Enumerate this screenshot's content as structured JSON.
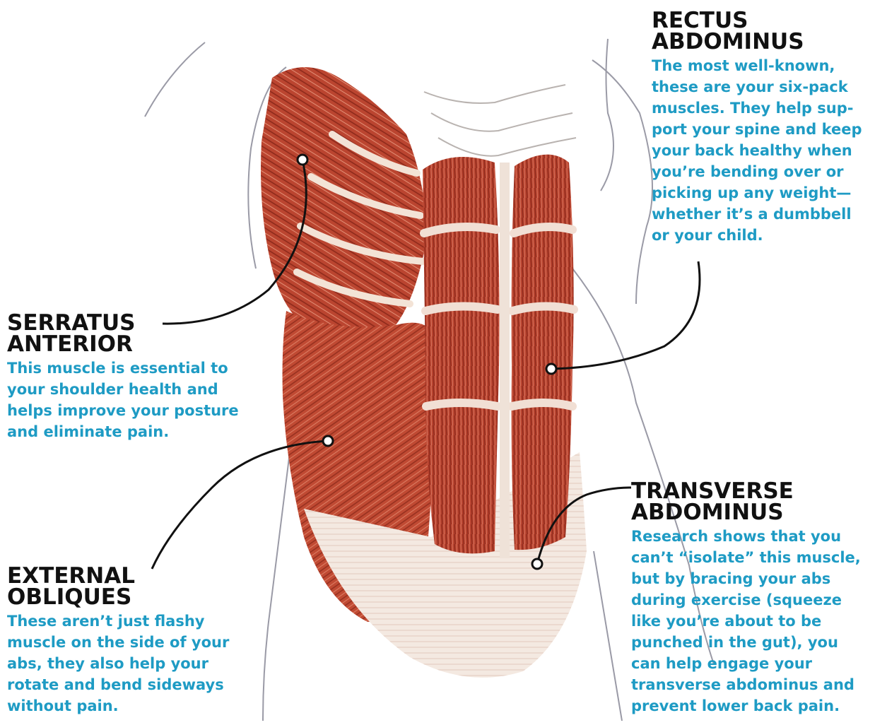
{
  "labels": {
    "rectus": {
      "title_line1": "RECTUS",
      "title_line2": "ABDOMINUS",
      "description": [
        "The most well-known,",
        "these are your six-pack",
        "muscles. They help sup-",
        "port your spine and keep",
        "your back healthy when",
        "you’re bending over or",
        "picking up any weight—",
        "whether it’s a dumbbell",
        "or your child."
      ]
    },
    "serratus": {
      "title_line1": "SERRATUS",
      "title_line2": "ANTERIOR",
      "description": [
        "This muscle is essential to",
        "your shoulder health and",
        "helps improve your posture",
        "and eliminate pain."
      ]
    },
    "obliques": {
      "title_line1": "EXTERNAL",
      "title_line2": "OBLIQUES",
      "description": [
        "These aren’t just flashy",
        "muscle on the side of your",
        "abs, they also help your",
        "rotate and bend sideways",
        "without pain."
      ]
    },
    "transverse": {
      "title_line1": "TRANSVERSE",
      "title_line2": "ABDOMINUS",
      "description": [
        "Research shows that you",
        "can’t “isolate” this muscle,",
        "but by bracing your abs",
        "during exercise (squeeze",
        "like you’re about to be",
        "punched in the gut), you",
        "can help engage your",
        "transverse abdominus and",
        "prevent lower back pain."
      ]
    }
  },
  "colors": {
    "muscle": "#b8432f",
    "muscle_dark": "#8e2a1c",
    "tendon": "#f3e6dc",
    "outline": "#9a9aa6",
    "title": "#111111",
    "description": "#1e9bc4"
  }
}
